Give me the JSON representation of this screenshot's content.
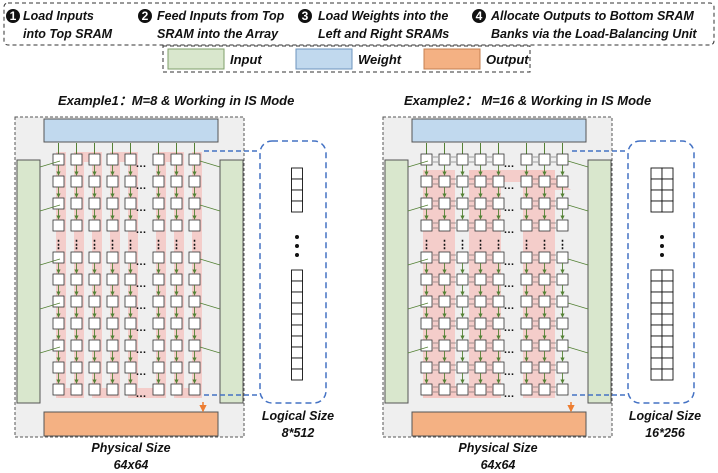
{
  "steps": [
    {
      "num": "1",
      "line1": "Load Inputs",
      "line2": "into Top SRAM"
    },
    {
      "num": "2",
      "line1": "Feed Inputs from Top",
      "line2": "SRAM into the Array"
    },
    {
      "num": "3",
      "line1": "Load Weights into the",
      "line2": "Left and Right SRAMs"
    },
    {
      "num": "4",
      "line1": "Allocate Outputs to Bottom SRAM",
      "line2": "Banks via the Load-Balancing Unit"
    }
  ],
  "legend": [
    {
      "label": "Input",
      "color": "#d9e7cd"
    },
    {
      "label": "Weight",
      "color": "#c1d9ee"
    },
    {
      "label": "Output",
      "color": "#f4b183"
    }
  ],
  "examples": [
    {
      "title": "Example1：M=8 & Working in IS Mode",
      "physical_label": "Physical Size",
      "physical_value": "64x64",
      "logical_label": "Logical Size",
      "logical_value": "8*512"
    },
    {
      "title": "Example2： M=16 & Working in IS Mode",
      "physical_label": "Physical Size",
      "physical_value": "64x64",
      "logical_label": "Logical Size",
      "logical_value": "16*256"
    }
  ],
  "colors": {
    "input": "#d9e7cd",
    "weight": "#c1d9ee",
    "output": "#f4b183",
    "flow": "#f4c7c3",
    "arrow_green": "#548235",
    "dash_blue": "#4472c4",
    "panel_bg": "#efefef"
  }
}
